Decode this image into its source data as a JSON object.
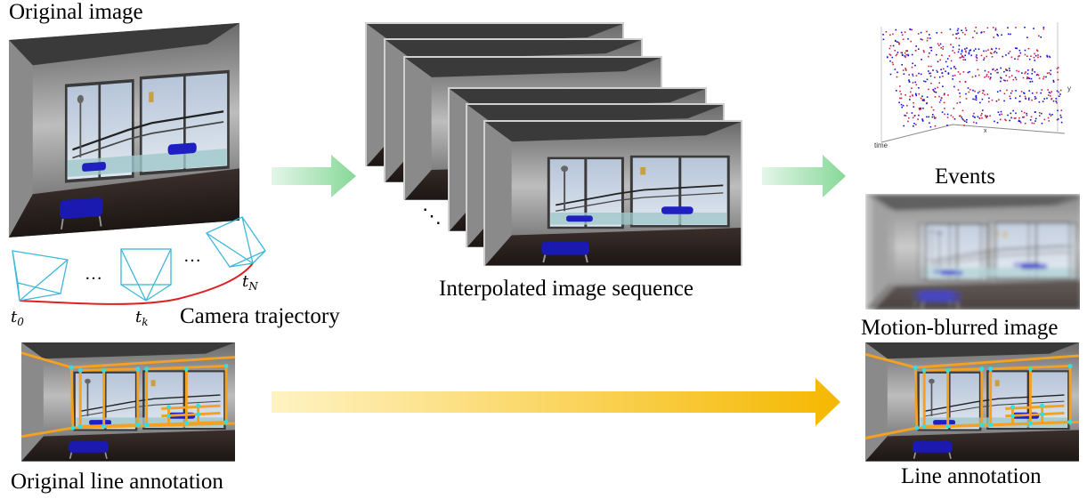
{
  "labels": {
    "original_image": "Original image",
    "camera_trajectory": "Camera trajectory",
    "interpolated_sequence": "Interpolated image sequence",
    "events": "Events",
    "motion_blurred": "Motion-blurred image",
    "original_line_annotation": "Original line annotation",
    "line_annotation": "Line annotation"
  },
  "trajectory": {
    "t0": "t",
    "t0_sub": "0",
    "tk": "t",
    "tk_sub": "k",
    "tN": "t",
    "tN_sub": "N",
    "ellipsis": "…"
  },
  "stack_ellipsis": "⋱",
  "events_plot": {
    "axis_time": "time",
    "axis_x": "x",
    "axis_y": "y"
  },
  "colors": {
    "green_arrow": "#8fd9a0",
    "yellow_arrow": "#f5b800",
    "trajectory": "#e02020",
    "camera_frustum": "#3cb8d8",
    "annotation_line": "#f4a020",
    "annotation_point": "#30e0e0",
    "event_red": "#d02040",
    "event_blue": "#1010e0"
  }
}
